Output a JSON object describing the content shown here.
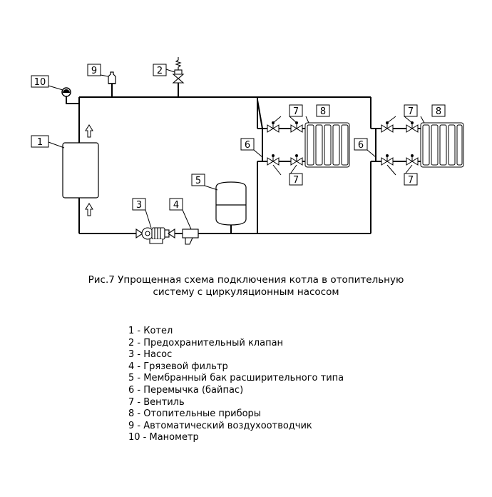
{
  "labels": {
    "l1": "1",
    "l2": "2",
    "l3": "3",
    "l4": "4",
    "l5": "5",
    "l6": "6",
    "l7": "7",
    "l8": "8",
    "l9": "9",
    "l10": "10"
  },
  "caption": {
    "line1": "Рис.7 Упрощенная схема подключения котла в отопительную",
    "line2": "систему с циркуляционным насосом"
  },
  "legend": [
    "1 - Котел",
    "2 - Предохранительный клапан",
    "3 - Насос",
    "4 - Грязевой фильтр",
    "5 - Мембранный бак расширительного типа",
    "6 - Перемычка (байпас)",
    "7 - Вентиль",
    "8 - Отопительные приборы",
    "9 - Автоматический воздухоотводчик",
    "10 - Манометр"
  ]
}
